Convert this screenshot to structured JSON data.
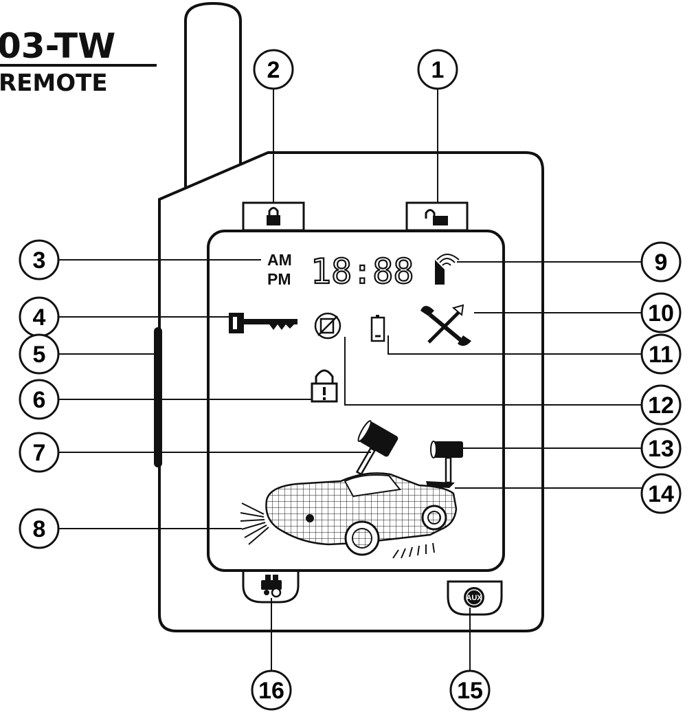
{
  "title": {
    "model": "03-TW",
    "subtitle": "REMOTE"
  },
  "lcd": {
    "am": "AM",
    "pm": "PM",
    "clock": "18:88"
  },
  "buttons": {
    "aux_label": "AUX"
  },
  "callouts": [
    "1",
    "2",
    "3",
    "4",
    "5",
    "6",
    "7",
    "8",
    "9",
    "10",
    "11",
    "12",
    "13",
    "14",
    "15",
    "16"
  ],
  "colors": {
    "ink": "#111111",
    "paper": "#ffffff"
  },
  "icons": {
    "button_1": "unlock-icon",
    "button_2": "lock-icon",
    "button_15": "aux-icon",
    "button_16": "engine-start-icon",
    "segment_4": "key-icon",
    "segment_6": "alert-lock-icon",
    "segment_7": "shock-hammer-icon",
    "segment_9": "pager-signal-icon",
    "segment_10": "tools-icon",
    "segment_11": "battery-icon",
    "segment_12": "mute-speaker-icon",
    "segment_13": "light-shock-icon",
    "segment_14": "car-icon"
  }
}
